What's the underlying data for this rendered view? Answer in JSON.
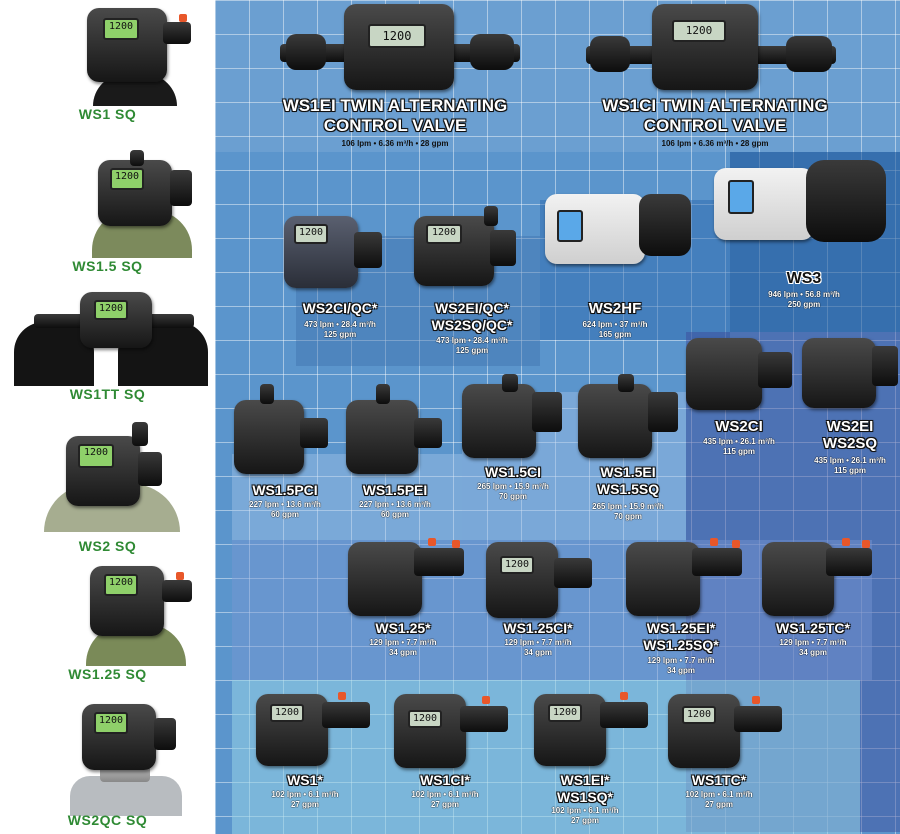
{
  "sq_series": [
    {
      "label": "WS1 SQ",
      "screen": "1200"
    },
    {
      "label": "WS1.5 SQ",
      "screen": "1200"
    },
    {
      "label": "WS1TT SQ",
      "screen": "1200"
    },
    {
      "label": "WS2 SQ",
      "screen": "1200"
    },
    {
      "label": "WS1.25 SQ",
      "screen": "1200"
    },
    {
      "label": "WS2QC SQ",
      "screen": "1200"
    }
  ],
  "twin": [
    {
      "name_line1": "WS1EI TWIN ALTERNATING",
      "name_line2": "CONTROL VALVE",
      "spec": "106 lpm • 6.36 m³/h • 28 gpm",
      "screen": "1200"
    },
    {
      "name_line1": "WS1CI TWIN ALTERNATING",
      "name_line2": "CONTROL VALVE",
      "spec": "106 lpm • 6.36 m³/h • 28 gpm",
      "screen": "1200"
    }
  ],
  "ws3": {
    "name": "WS3",
    "spec1": "946 lpm • 56.8 m³/h",
    "spec2": "250 gpm"
  },
  "ws2hf": {
    "name": "WS2HF",
    "spec1": "624 lpm • 37 m³/h",
    "spec2": "165 gpm"
  },
  "ws2ci_qc": {
    "name": "WS2CI/QC*",
    "spec1": "473 lpm • 28.4 m³/h",
    "spec2": "125 gpm",
    "screen": "1200"
  },
  "ws2ei_qc": {
    "name_line1": "WS2EI/QC*",
    "name_line2": "WS2SQ/QC*",
    "spec1": "473 lpm • 28.4 m³/h",
    "spec2": "125 gpm",
    "screen": "1200"
  },
  "ws2ci": {
    "name": "WS2CI",
    "spec1": "435 lpm • 26.1 m³/h",
    "spec2": "115 gpm"
  },
  "ws2ei": {
    "name_line1": "WS2EI",
    "name_line2": "WS2SQ",
    "spec1": "435 lpm • 26.1 m³/h",
    "spec2": "115 gpm"
  },
  "ws15pci": {
    "name": "WS1.5PCI",
    "spec1": "227 lpm • 13.6 m³/h",
    "spec2": "60 gpm"
  },
  "ws15pei": {
    "name": "WS1.5PEI",
    "spec1": "227 lpm • 13.6 m³/h",
    "spec2": "60 gpm"
  },
  "ws15ci": {
    "name": "WS1.5CI",
    "spec1": "265 lpm • 15.9 m³/h",
    "spec2": "70 gpm"
  },
  "ws15ei": {
    "name_line1": "WS1.5EI",
    "name_line2": "WS1.5SQ",
    "spec1": "265 lpm • 15.9 m³/h",
    "spec2": "70 gpm"
  },
  "ws125": {
    "name": "WS1.25*",
    "spec1": "129 lpm • 7.7 m³/h",
    "spec2": "34 gpm"
  },
  "ws125ci": {
    "name": "WS1.25CI*",
    "spec1": "129 lpm • 7.7 m³/h",
    "spec2": "34 gpm",
    "screen": "1200"
  },
  "ws125ei": {
    "name_line1": "WS1.25EI*",
    "name_line2": "WS1.25SQ*",
    "spec1": "129 lpm • 7.7 m³/h",
    "spec2": "34 gpm"
  },
  "ws125tc": {
    "name": "WS1.25TC*",
    "spec1": "129 lpm • 7.7 m³/h",
    "spec2": "34 gpm"
  },
  "ws1": {
    "name": "WS1*",
    "spec1": "102 lpm • 6.1 m³/h",
    "spec2": "27 gpm",
    "screen": "1200"
  },
  "ws1ci": {
    "name": "WS1CI*",
    "spec1": "102 lpm • 6.1 m³/h",
    "spec2": "27 gpm",
    "screen": "1200"
  },
  "ws1ei": {
    "name_line1": "WS1EI*",
    "name_line2": "WS1SQ*",
    "spec1": "102 lpm • 6.1 m³/h",
    "spec2": "27 gpm",
    "screen": "1200"
  },
  "ws1tc": {
    "name": "WS1TC*",
    "spec1": "102 lpm • 6.1 m³/h",
    "spec2": "27 gpm",
    "screen": "1200"
  },
  "colors": {
    "sq_label": "#2f8a34",
    "grid_bg": "#5b95cc",
    "knob": "#e8572a"
  }
}
